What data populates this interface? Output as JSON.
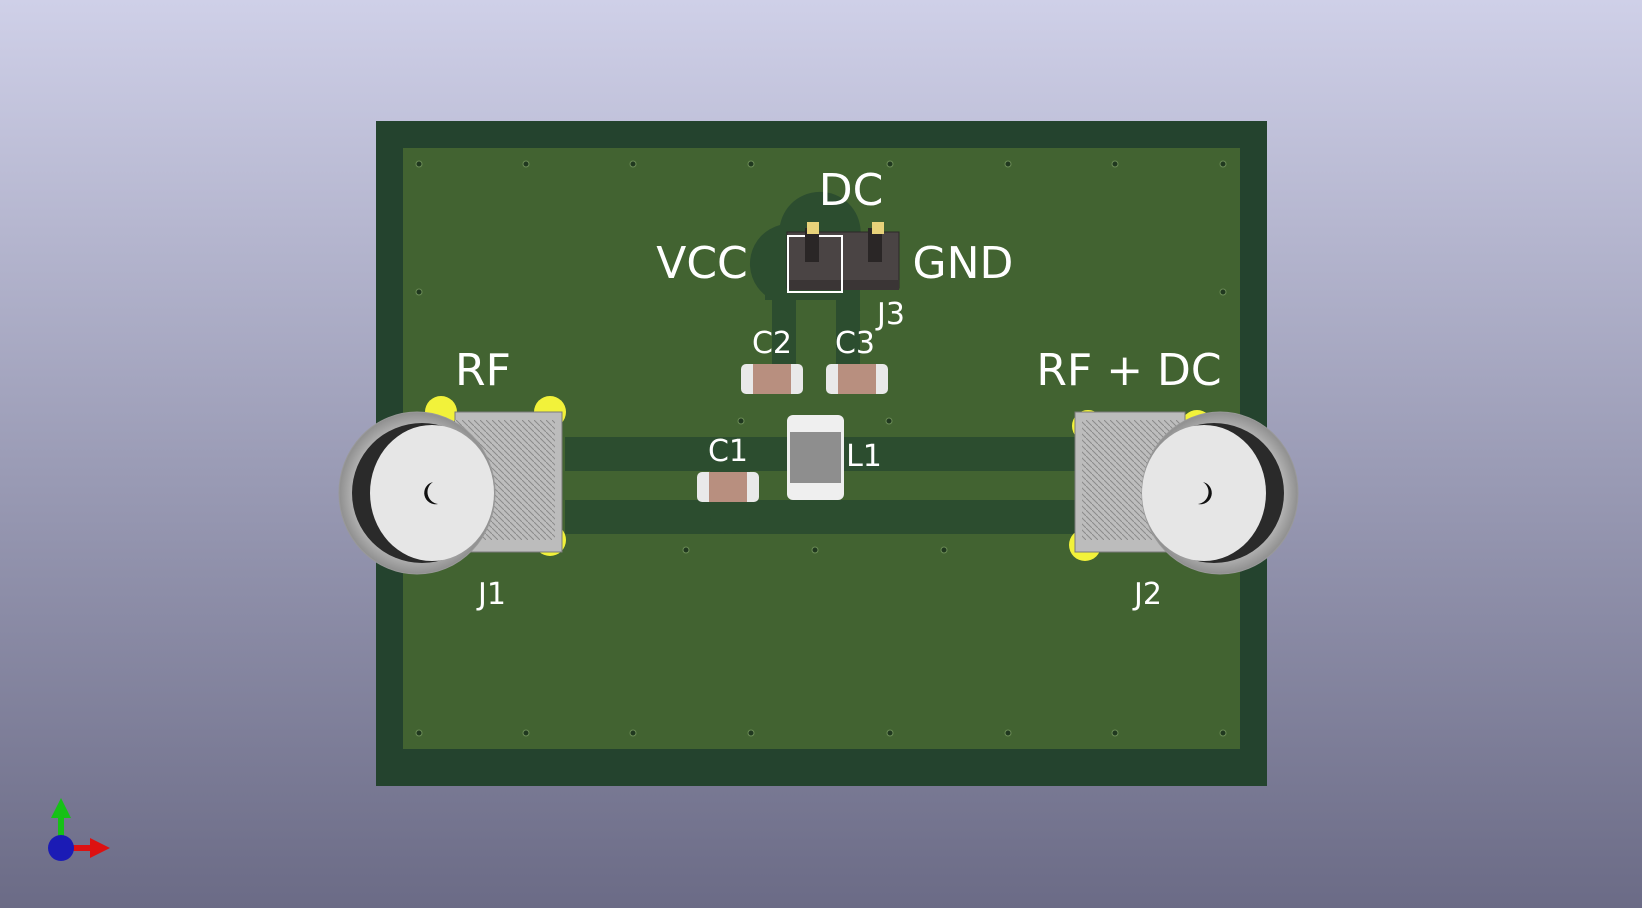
{
  "viewer": {
    "mode": "3D PCB Viewer"
  },
  "board": {
    "silkscreen": {
      "dc_label": "DC",
      "vcc_label": "VCC",
      "gnd_label": "GND",
      "rf_in_label": "RF",
      "rf_out_label": "RF + DC"
    },
    "components": {
      "j1": "J1",
      "j2": "J2",
      "j3": "J3",
      "c1": "C1",
      "c2": "C2",
      "c3": "C3",
      "l1": "L1"
    },
    "colors": {
      "board_edge": "#24432e",
      "copper_fill": "#426331",
      "trace": "#2c4d2f",
      "pad_gold": "#f2f23a",
      "connector_metal": "#c8c8c8",
      "capacitor_body": "#b88f7f",
      "inductor_body": "#8e8e8e"
    }
  },
  "axes": {
    "x_color": "#dd1111",
    "y_color": "#16c116",
    "z_color": "#1b1bb5",
    "icon": "axis-triad-icon"
  }
}
